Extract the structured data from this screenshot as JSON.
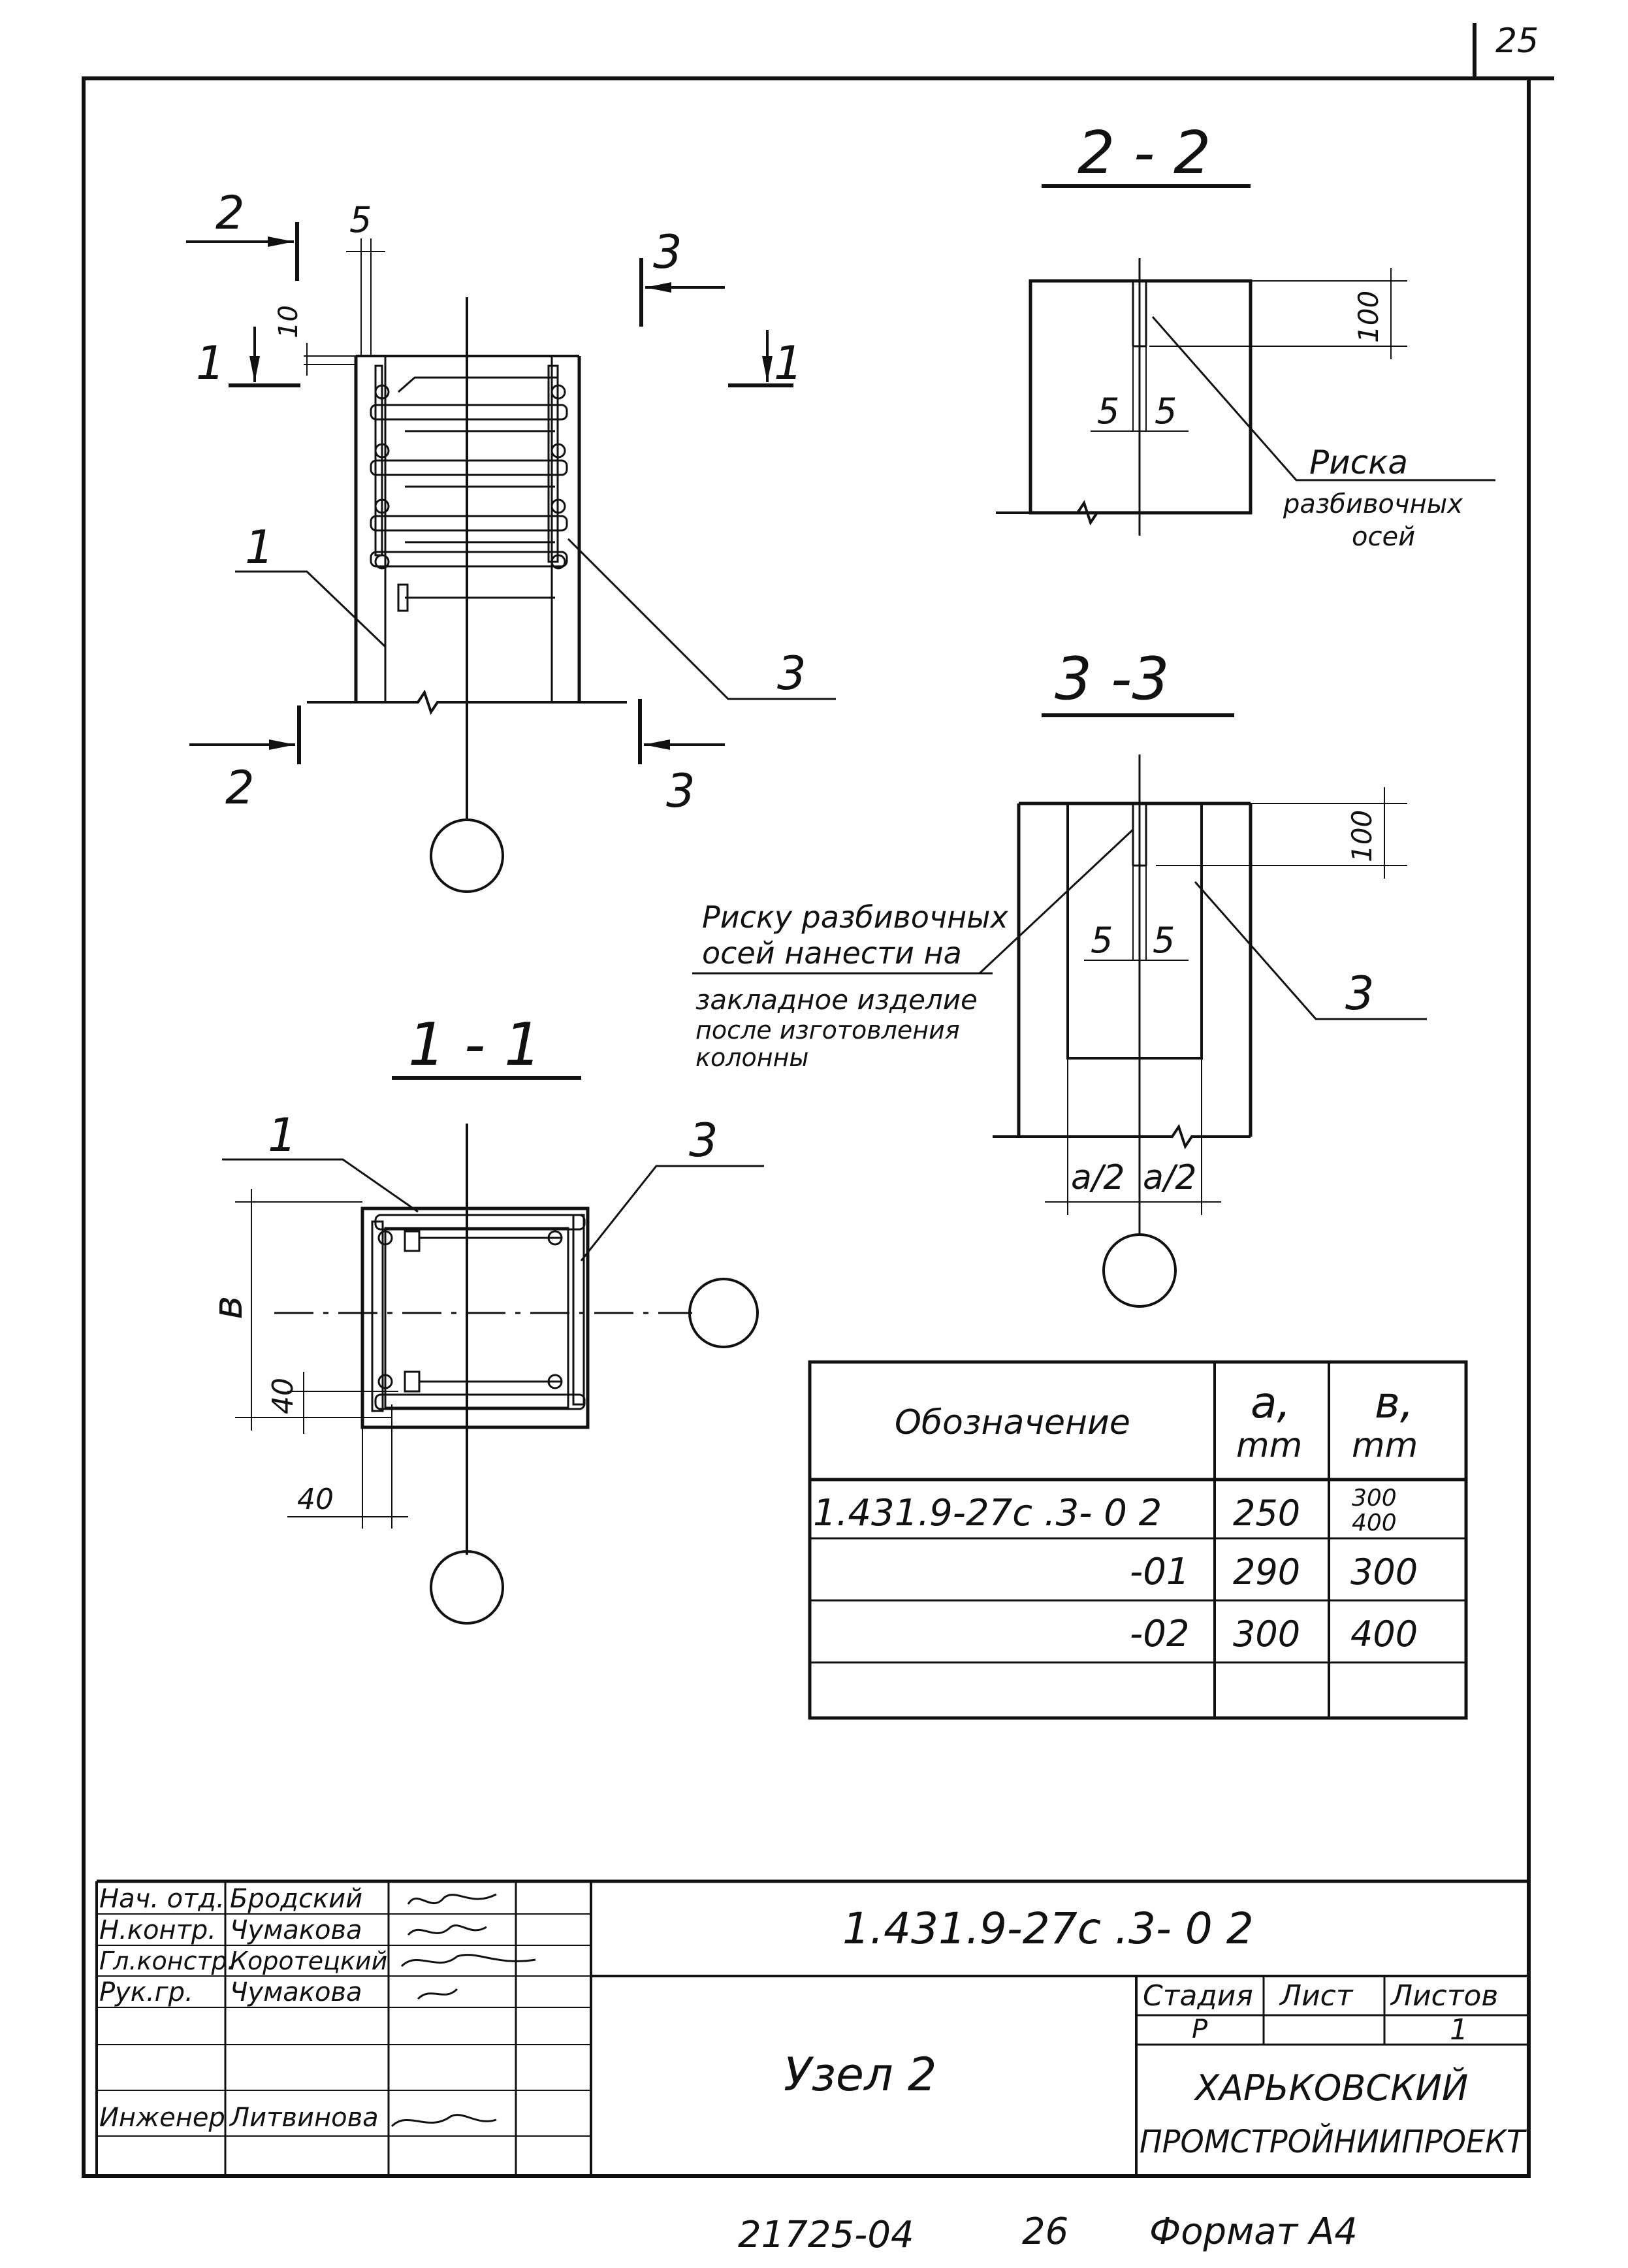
{
  "page_number": "25",
  "views": {
    "section_2_2": {
      "title": "2 - 2",
      "dim_100": "100",
      "dim_5_left": "5",
      "dim_5_right": "5",
      "label_line1": "Риска",
      "label_line2": "разбивочных",
      "label_line3": "осей"
    },
    "section_3_3": {
      "title": "3 -3",
      "dim_100": "100",
      "dim_5_left": "5",
      "dim_5_right": "5",
      "callout_3": "3",
      "dim_a_left": "a/2",
      "dim_a_right": "a/2"
    },
    "elevation": {
      "cut_2_top": "2",
      "cut_2_bottom": "2",
      "cut_3_top": "3",
      "cut_3_bottom": "3",
      "cut_1_left": "1",
      "cut_1_right": "1",
      "dim_5": "5",
      "dim_10": "10",
      "callout_1": "1",
      "callout_3": "3"
    },
    "section_1_1": {
      "title": "1 - 1",
      "callout_1": "1",
      "callout_3": "3",
      "dim_b": "в",
      "dim_40_vert": "40",
      "dim_40_horiz": "40"
    }
  },
  "note": {
    "line1": "Риску разбивочных",
    "line2": "осей нанести на",
    "line3": "закладное изделие",
    "line4": "после изготовления",
    "line5": "колонны"
  },
  "table": {
    "headers": {
      "designation": "Обозначение",
      "a_top": "a,",
      "a_unit": "mm",
      "b_top": "в,",
      "b_unit": "mm"
    },
    "rows": [
      {
        "designation": "1.431.9-27с .3- 0 2",
        "a": "250",
        "b_line1": "300",
        "b_line2": "400"
      },
      {
        "designation": "-01",
        "a": "290",
        "b": "300"
      },
      {
        "designation": "-02",
        "a": "300",
        "b": "400"
      }
    ]
  },
  "title_block": {
    "roles": [
      "Нач. отд.",
      "Н.контр.",
      "Гл.констр.",
      "Рук.гр.",
      "",
      "Инженер"
    ],
    "names": [
      "Бродский",
      "Чумакова",
      "Коротецкий",
      "Чумакова",
      "",
      "Литвинова"
    ],
    "document_code": "1.431.9-27с  .3- 0 2",
    "drawing_title": "Узел 2",
    "stage_header": "Стадия",
    "sheet_header": "Лист",
    "sheets_header": "Листов",
    "stage_value": "Р",
    "sheets_value": "1",
    "org_line1": "ХАРЬКОВСКИЙ",
    "org_line2": "ПРОМСТРОЙНИИПРОЕКТ"
  },
  "footer": {
    "inventory": "21725-04",
    "number": "26",
    "format": "Формат А4"
  }
}
